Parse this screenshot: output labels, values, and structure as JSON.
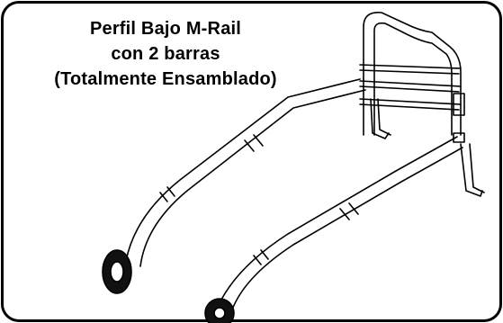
{
  "caption": {
    "line1": "Perfil Bajo M-Rail",
    "line2": "con 2 barras",
    "line3": "(Totalmente Ensamblado)"
  }
}
